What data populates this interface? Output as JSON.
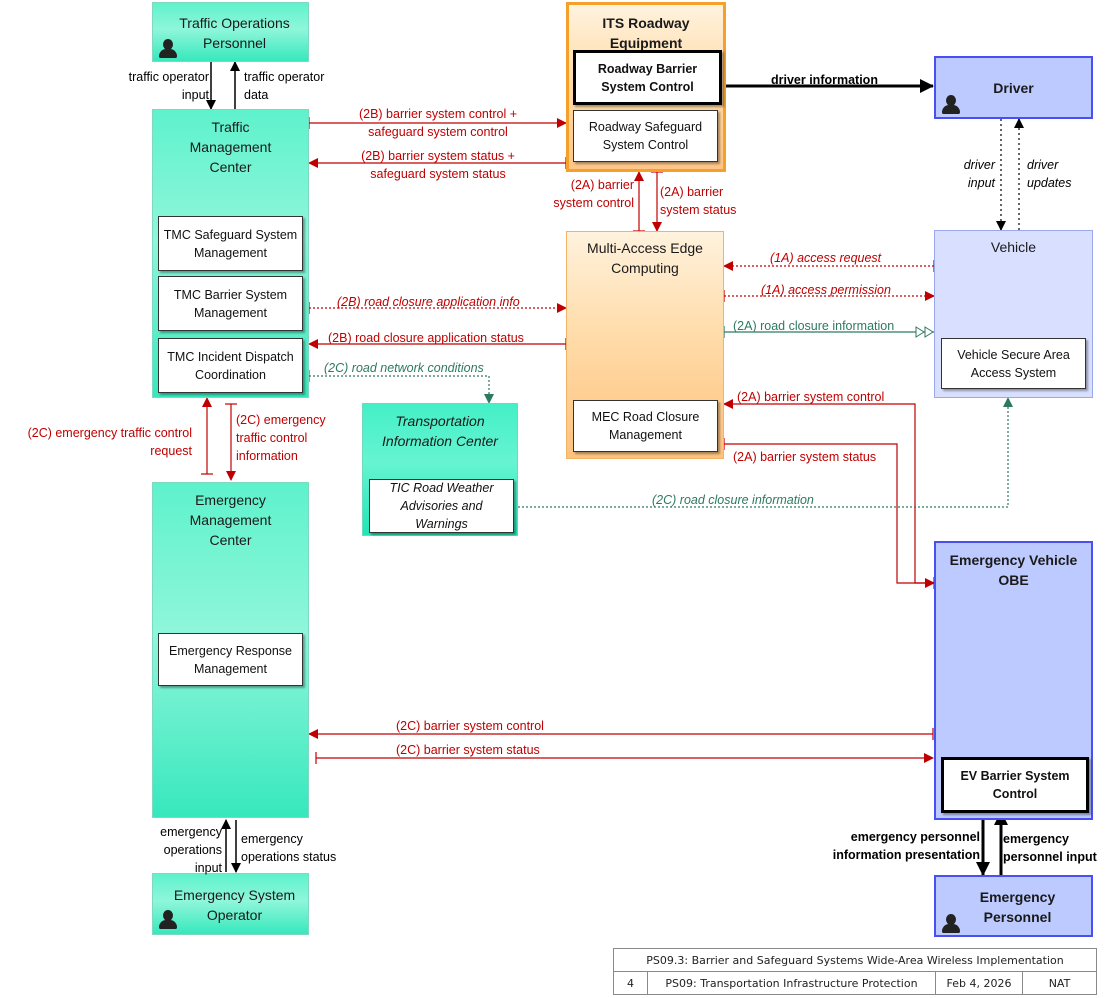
{
  "nodes": {
    "traffic_ops_personnel": "Traffic Operations Personnel",
    "its_roadway_equipment": "ITS Roadway Equipment",
    "roadway_barrier_control": "Roadway Barrier System Control",
    "roadway_safeguard_control": "Roadway Safeguard System Control",
    "driver": "Driver",
    "traffic_management_center": "Traffic Management Center",
    "tmc_safeguard": "TMC Safeguard System Management",
    "tmc_barrier": "TMC Barrier System Management",
    "tmc_incident": "TMC Incident Dispatch Coordination",
    "mec": "Multi-Access Edge Computing",
    "mec_road_closure": "MEC Road Closure Management",
    "vehicle": "Vehicle",
    "vehicle_secure_area": "Vehicle Secure Area Access System",
    "tic": "Transportation Information Center",
    "tic_weather": "TIC Road Weather Advisories and Warnings",
    "emergency_management_center": "Emergency Management Center",
    "emergency_response": "Emergency Response Management",
    "ev_obe": "Emergency Vehicle OBE",
    "ev_barrier": "EV Barrier System Control",
    "emergency_system_operator": "Emergency System Operator",
    "emergency_personnel": "Emergency Personnel"
  },
  "flows": {
    "traffic_operator_input": "traffic operator input",
    "traffic_operator_data": "traffic operator data",
    "driver_information": "driver information",
    "barrier_safeguard_control": "(2B) barrier system control + safeguard system control",
    "barrier_safeguard_status": "(2B) barrier system status + safeguard system status",
    "rse_barrier_control": "(2A) barrier system control",
    "rse_barrier_status": "(2A) barrier system status",
    "driver_input": "driver input",
    "driver_updates": "driver updates",
    "access_request": "(1A) access request",
    "access_permission": "(1A) access permission",
    "road_closure_app_info": "(2B) road closure application info",
    "road_closure_app_status": "(2B) road closure application status",
    "road_closure_information_vehicle": "(2A) road closure information",
    "road_network_conditions": "(2C) road network conditions",
    "mec_ev_barrier_control": "(2A) barrier system control",
    "mec_ev_barrier_status": "(2A) barrier system status",
    "emergency_traffic_control_request": "(2C) emergency traffic control request",
    "emergency_traffic_control_information": "(2C) emergency traffic control information",
    "tic_road_closure_information": "(2C) road closure information",
    "emc_barrier_control": "(2C) barrier system control",
    "emc_barrier_status": "(2C) barrier system status",
    "emergency_operations_input": "emergency operations input",
    "emergency_operations_status": "emergency operations status",
    "emergency_personnel_info_presentation": "emergency personnel information presentation",
    "emergency_personnel_input": "emergency personnel input"
  },
  "footer": {
    "title": "PS09.3: Barrier and Safeguard Systems Wide-Area Wireless Implementation",
    "number": "4",
    "project": "PS09: Transportation Infrastructure Protection",
    "date": "Feb 4, 2026",
    "author": "NAT"
  },
  "colors": {
    "flow_red": "#c00000",
    "flow_green": "#2d7a5f",
    "center_teal": "#4df0c8",
    "field_orange": "#ffc98a",
    "vehicle_blue": "#bccaff"
  }
}
